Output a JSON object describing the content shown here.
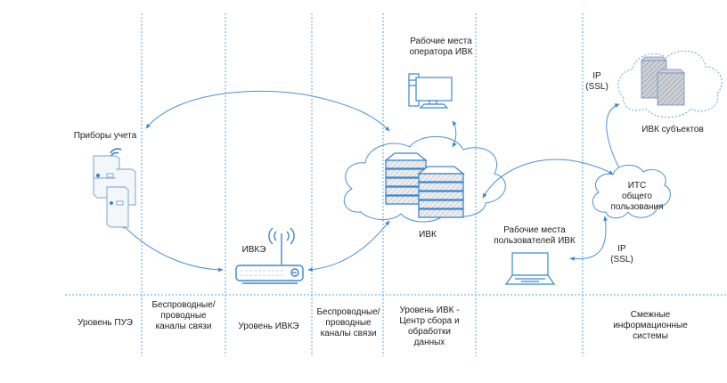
{
  "colors": {
    "line": "#4a90d9",
    "divider": "#5aa7e6",
    "icon": "#3b87d4",
    "text": "#1e1e1e"
  },
  "nodes": {
    "meters": "Приборы учета",
    "ivke": "ИВКЭ",
    "ivk": "ИВК",
    "operator_ws": "Рабочие места\nоператора ИВК",
    "user_ws": "Рабочие места\nпользователей ИВК",
    "its": "ИТС\nобщего\nпользования",
    "ivk_subjects": "ИВК субъектов",
    "ip_ssl_top": "IP\n(SSL)",
    "ip_ssl_bottom": "IP\n(SSL)"
  },
  "levels": [
    "Уровень ПУЭ",
    "Беспроводные/\nпроводные\nканалы связи",
    "Уровень ИВКЭ",
    "Беспроводные/\nпроводные\nканалы связи",
    "Уровень ИВК -\nЦентр сбора и\nобработки\nданных",
    "",
    "Смежные\nинформационные\nсистемы"
  ]
}
